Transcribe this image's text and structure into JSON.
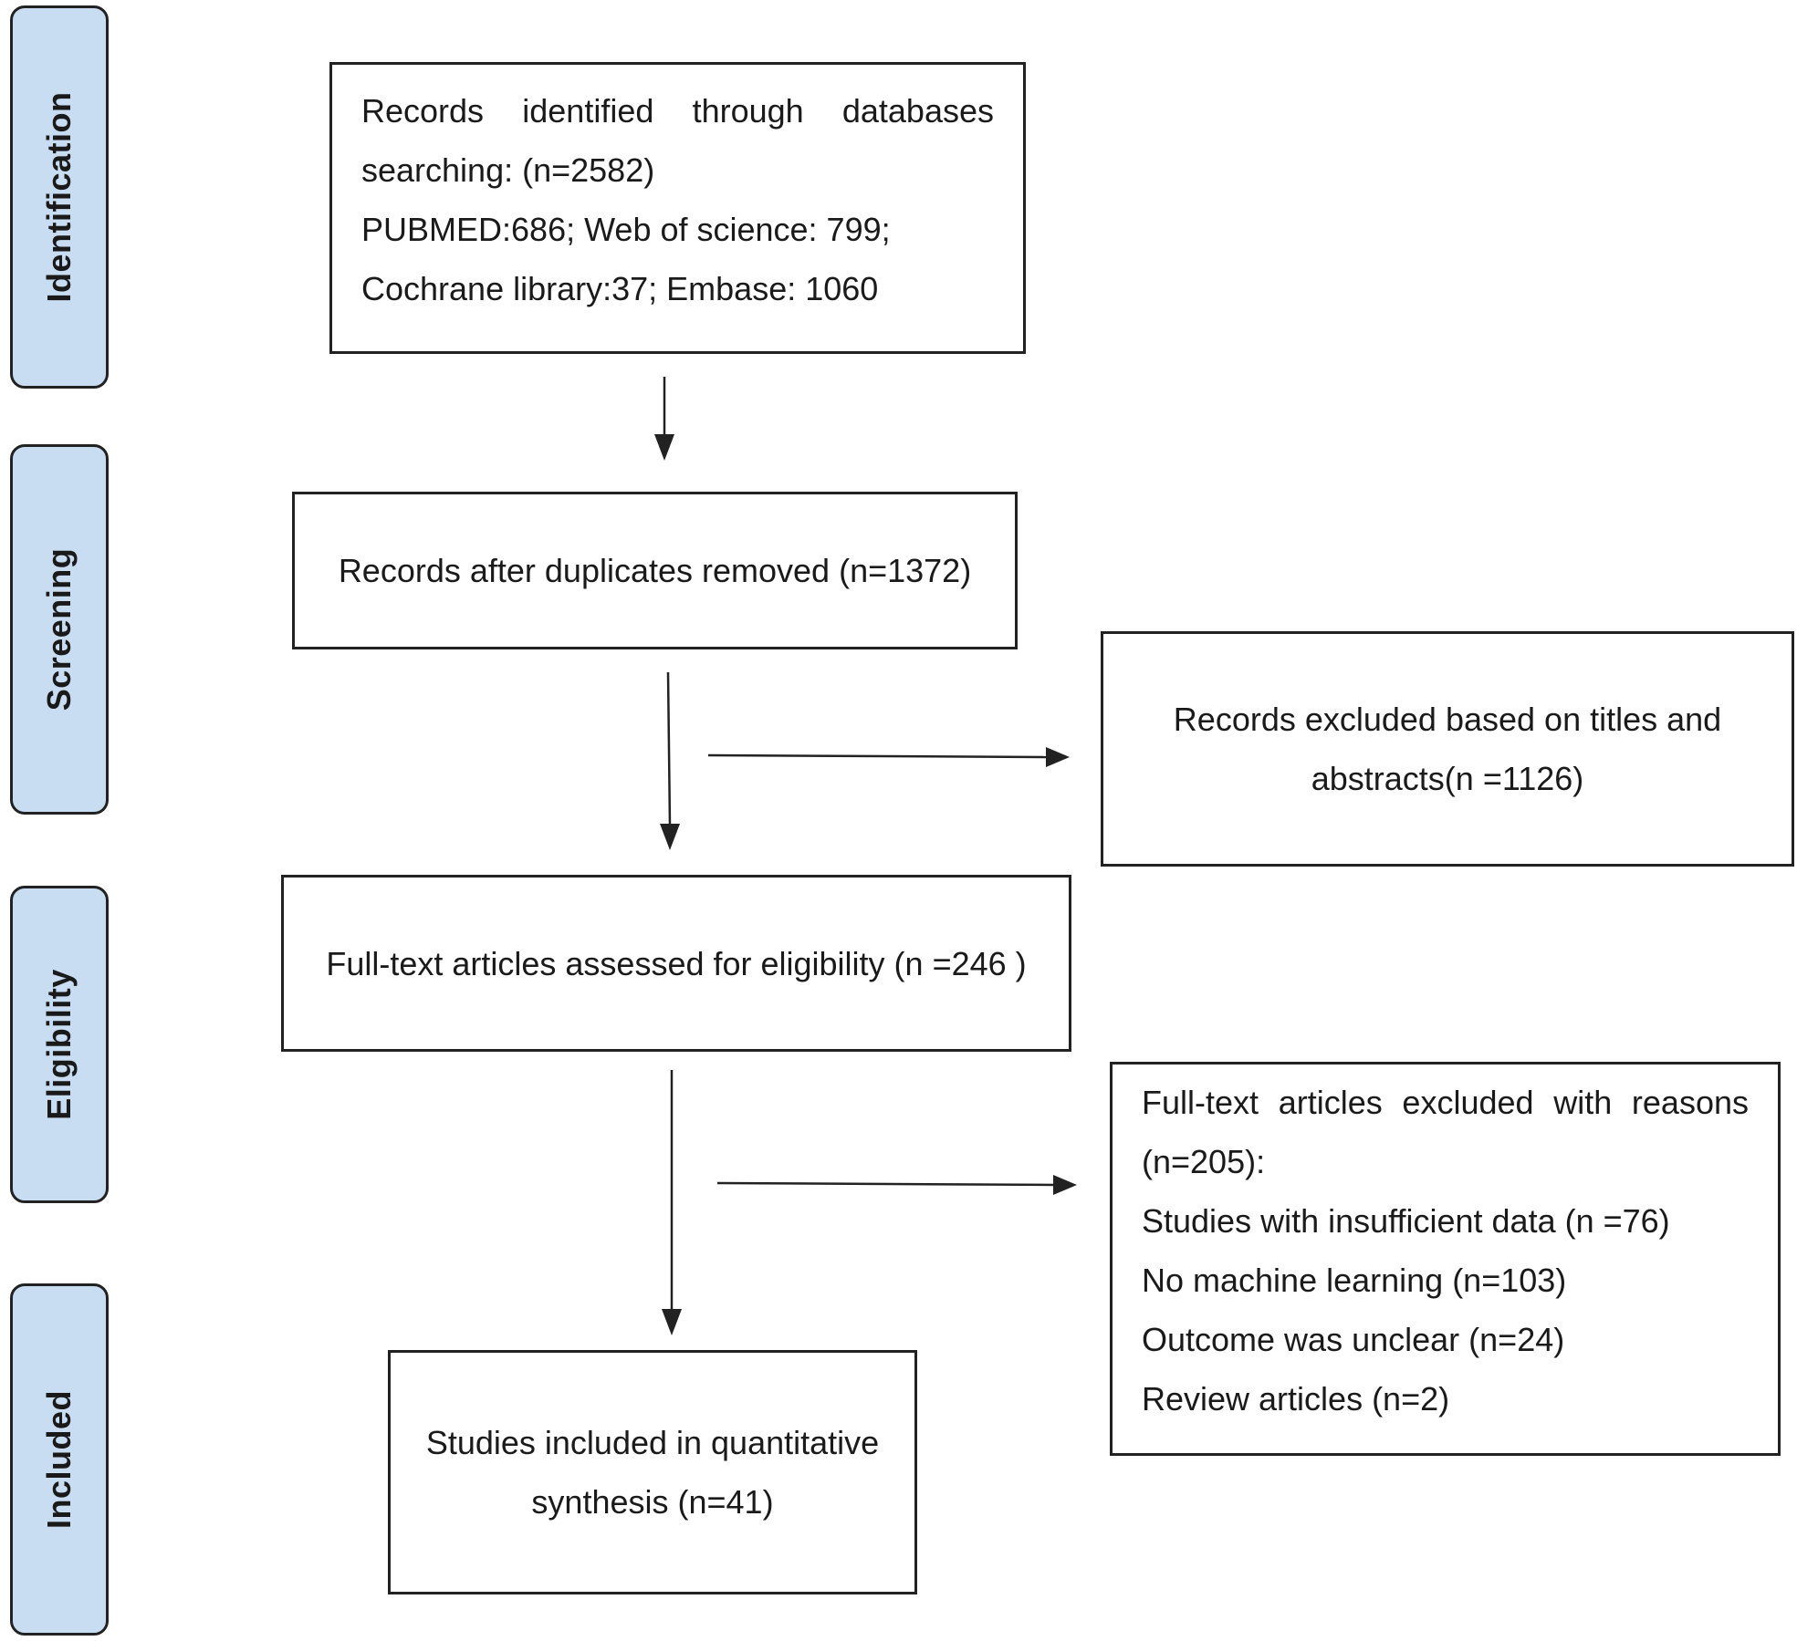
{
  "stages": {
    "identification": "Identification",
    "screening": "Screening",
    "eligibility": "Eligibility",
    "included": "Included"
  },
  "boxes": {
    "identified": {
      "line1": "Records identified through databases",
      "line2": "searching: (n=2582)",
      "line3": "PUBMED:686; Web of science: 799;",
      "line4": "Cochrane library:37; Embase: 1060"
    },
    "after_duplicates": {
      "line1": "Records after duplicates removed (n=1372)"
    },
    "excluded_titles": {
      "line1": "Records excluded based on titles and",
      "line2": "abstracts(n =1126)"
    },
    "full_text_assessed": {
      "line1": "Full-text articles assessed for eligibility (n =246 )"
    },
    "full_text_excluded": {
      "line1": "Full-text articles excluded with reasons",
      "line2": "(n=205):",
      "line3": "Studies with insufficient data (n =76)",
      "line4": "No machine learning (n=103)",
      "line5": "Outcome was unclear (n=24)",
      "line6": "Review articles (n=2)"
    },
    "included": {
      "line1": "Studies included in quantitative",
      "line2": "synthesis (n=41)"
    }
  },
  "colors": {
    "stage_fill": "#c8ddf2",
    "stroke": "#222222"
  }
}
